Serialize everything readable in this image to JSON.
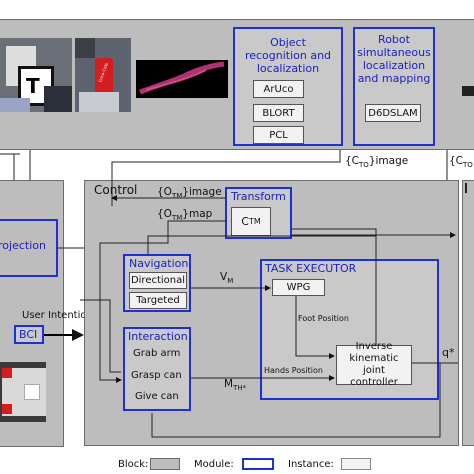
{
  "perception": {
    "object_module": {
      "title_lines": [
        "Object",
        "recognition and",
        "localization"
      ],
      "instances": [
        "ArUco",
        "BLORT",
        "PCL"
      ]
    },
    "slam_module": {
      "title_lines": [
        "Robot",
        "simultaneous",
        "localization",
        "and mapping"
      ],
      "instances": [
        "D6DSLAM"
      ]
    },
    "image_labels": {
      "camera_marker": "T",
      "can_text": "Coca-Cola"
    }
  },
  "signals": {
    "c_to_image_left": "{C",
    "c_to_image_sub": "TO",
    "c_to_image_suffix": "}image",
    "c_to_image_right": "{C",
    "c_to_image_right_sub": "TO",
    "o_tm_image_prefix": "{O",
    "o_tm_image_sub": "TM",
    "o_tm_image_suffix": "}image",
    "o_tm_map_prefix": "{O",
    "o_tm_map_sub": "TM",
    "o_tm_map_suffix": "}map",
    "v_m": "V",
    "v_m_sub": "M",
    "m_th": "M",
    "m_th_sub": "TH*",
    "foot_position": "Foot Position",
    "hands_position": "Hands Position",
    "q_star": "q*",
    "user_intention": "User Intention"
  },
  "left": {
    "projection_label": "rojection",
    "bci_label": "BCI"
  },
  "control": {
    "title": "Control",
    "transform": {
      "title": "Transform",
      "instance": "C",
      "instance_sub": "TM"
    },
    "navigation": {
      "title": "Navigation",
      "instances": [
        "Directional",
        "Targeted"
      ]
    },
    "interaction": {
      "title": "Interaction",
      "items": [
        "Grab arm",
        "Grasp can",
        "Give can"
      ]
    },
    "task_executor": {
      "title": "TASK EXECUTOR",
      "wpg": "WPG",
      "ik_lines": [
        "Inverse",
        "kinematic joint",
        "controller"
      ]
    }
  },
  "legend": {
    "block": "Block:",
    "module": "Module:",
    "instance": "Instance:"
  },
  "colors": {
    "module_border": "#1f2fd0",
    "block_fill": "#bdbdbd",
    "instance_fill": "#f2f2f2"
  }
}
